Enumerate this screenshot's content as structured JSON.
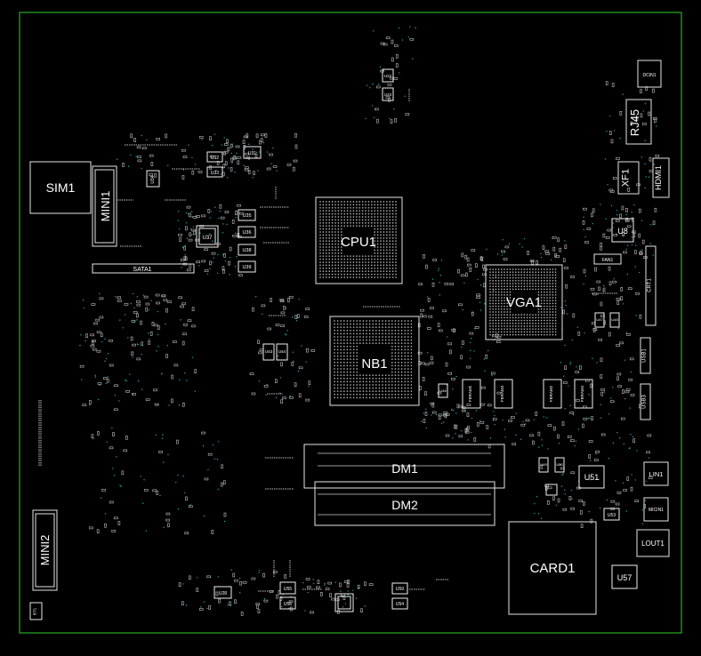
{
  "colors": {
    "background": "#000000",
    "board_outline": "#1f8a1f",
    "component_outline": "#e6e6e6",
    "label": "#ffffff",
    "pad": "#bfbfbf",
    "via": "#2fa3a3"
  },
  "labels": {
    "sim": "SIM1",
    "mini1": "MINI1",
    "sata": "SATA1",
    "cpu": "CPU1",
    "vga": "VGA1",
    "nb": "NB1",
    "dm1": "DM1",
    "dm2": "DM2",
    "mini2": "MINI2",
    "card": "CARD1",
    "bt": "BT1",
    "rj45": "RJ45",
    "xf1": "XF1",
    "hdmi": "HDMI1",
    "dcin": "DCIN1",
    "u8": "U8",
    "fan": "FAN1",
    "crt": "CRT1",
    "usb1": "USB1",
    "usb3": "USB3",
    "lin": "LIN1",
    "micin": "MICIN1",
    "lout": "LOUT1",
    "u51": "U51",
    "u53": "U53",
    "u57": "U57",
    "u35": "U35",
    "u36": "U36",
    "u38": "U38",
    "u39": "U39",
    "u37": "U37",
    "u32": "U32",
    "u33": "U33",
    "u31": "U31",
    "u34": "U34",
    "u22": "U22",
    "u23": "U23",
    "u43": "U43",
    "u44": "U44",
    "u46": "U46",
    "u47": "U47",
    "u48": "U48",
    "u49": "U49",
    "u50": "U50",
    "u52": "U52",
    "u55": "U55",
    "u56": "U56",
    "u59": "U59",
    "u28": "U28",
    "u54": "U54",
    "u58": "U58",
    "fbram1": "FBRAM1",
    "fbram2": "FBRAM2",
    "fbram3": "FBRAM3",
    "fbram4": "FBRAM4"
  }
}
